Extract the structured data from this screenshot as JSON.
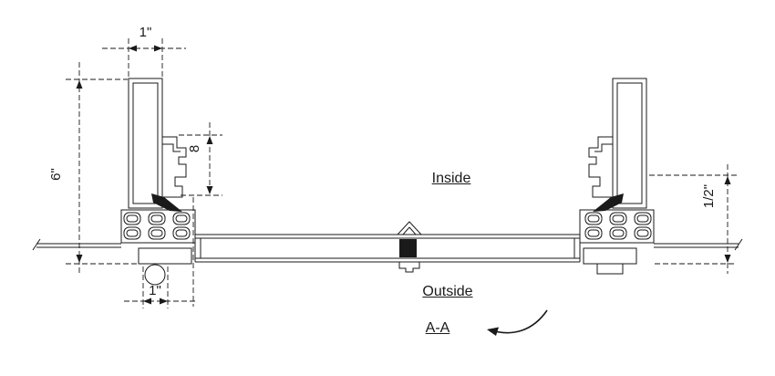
{
  "drawing": {
    "labels": {
      "inside": "Inside",
      "outside": "Outside",
      "section": "A-A"
    },
    "dimensions": {
      "frame_face_width": "1\"",
      "frame_depth": "6\"",
      "glazing_pocket": "8",
      "gasket_spacing": "1\"",
      "panel_thickness": "1/2\""
    },
    "colors": {
      "line": "#1a1a1a",
      "background": "#ffffff"
    }
  }
}
